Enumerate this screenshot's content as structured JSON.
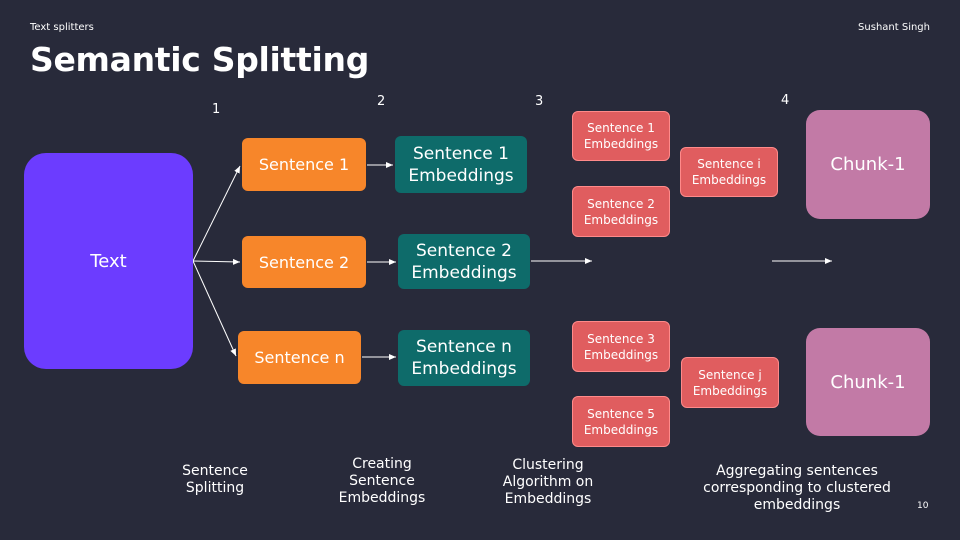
{
  "header": {
    "section": "Text splitters",
    "author": "Sushant Singh"
  },
  "title": "Semantic Splitting",
  "steps": {
    "s1": "1",
    "s2": "2",
    "s3": "3",
    "s4": "4"
  },
  "text_box": "Text",
  "sentences": [
    "Sentence 1",
    "Sentence 2",
    "Sentence n"
  ],
  "embeddings": [
    {
      "line1": "Sentence 1",
      "line2": "Embeddings"
    },
    {
      "line1": "Sentence 2",
      "line2": "Embeddings"
    },
    {
      "line1": "Sentence n",
      "line2": "Embeddings"
    }
  ],
  "clusters": {
    "top": [
      {
        "line1": "Sentence 1",
        "line2": "Embeddings"
      },
      {
        "line1": "Sentence 2",
        "line2": "Embeddings"
      }
    ],
    "top_agg": {
      "line1": "Sentence i",
      "line2": "Embeddings"
    },
    "bottom": [
      {
        "line1": "Sentence 3",
        "line2": "Embeddings"
      },
      {
        "line1": "Sentence 5",
        "line2": "Embeddings"
      }
    ],
    "bottom_agg": {
      "line1": "Sentence j",
      "line2": "Embeddings"
    }
  },
  "chunks": [
    "Chunk-1",
    "Chunk-1"
  ],
  "captions": {
    "c1": [
      "Sentence",
      "Splitting"
    ],
    "c2": [
      "Creating",
      "Sentence",
      "Embeddings"
    ],
    "c3": [
      "Clustering",
      "Algorithm on",
      "Embeddings"
    ],
    "c4": [
      "Aggregating sentences",
      "corresponding to clustered",
      "embeddings"
    ]
  },
  "page_number": "10",
  "colors": {
    "background": "#282a3a",
    "text_box": "#6c3cff",
    "sentence": "#f7862a",
    "embedding": "#0e6b6a",
    "cluster": "#e05d5f",
    "chunk": "#c27aa6"
  }
}
